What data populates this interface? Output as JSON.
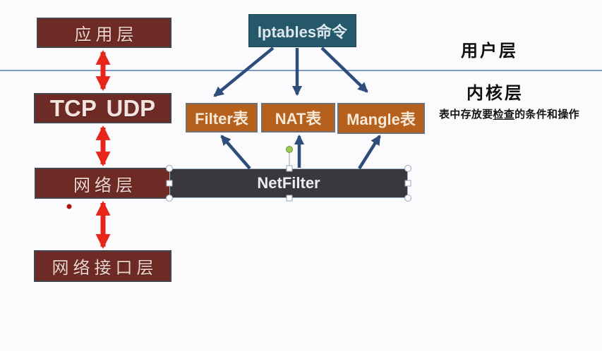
{
  "diagram": {
    "left_stack": {
      "app_layer": "应用层",
      "tcp": "TCP",
      "udp": "UDP",
      "network_layer": "网络层",
      "network_interface_layer": "网络接口层"
    },
    "top": {
      "iptables_cmd": "Iptables命令"
    },
    "tables": {
      "filter": "Filter表",
      "nat": "NAT表",
      "mangle": "Mangle表"
    },
    "netfilter": "NetFilter",
    "annotations": {
      "user_layer": "用户层",
      "kernel_layer": "内核层",
      "note_prefix": "表中存放要",
      "note_underlined": "检查",
      "note_suffix": "的条件和操作"
    }
  },
  "colors": {
    "dark_red_box": "#6E2A25",
    "teal_box": "#26586C",
    "orange_box": "#B5611D",
    "netfilter_box": "#3A383C",
    "red_arrow": "#E8251A",
    "blue_arrow": "#2E4D7B",
    "divider_line": "#7D9BC7",
    "background": "#FBFBFD"
  }
}
